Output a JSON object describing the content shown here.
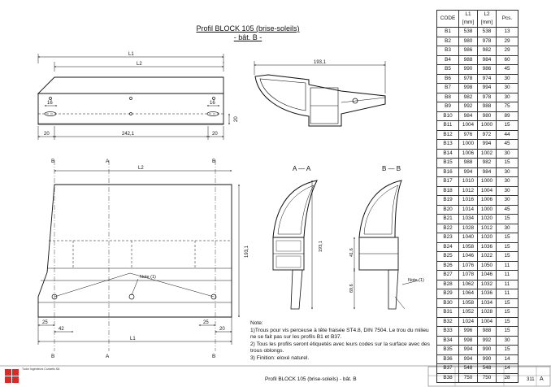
{
  "title": {
    "line1": "Profil BLOCK 105 (brise-soleils)",
    "line2": "- bât. B -"
  },
  "dimensions": {
    "top_view": {
      "L1": "L1",
      "L2": "L2",
      "d16": "16",
      "d20a": "20",
      "d242": "242,1",
      "d20b": "20",
      "d20c": "20"
    },
    "profile_section": {
      "d193": "193,1"
    },
    "front_view": {
      "L2": "L2",
      "L1": "L1",
      "d193": "193,1",
      "d25a": "25",
      "d25b": "25",
      "d42": "42",
      "d20": "20",
      "note": "Note (1)",
      "sections": {
        "B": "B",
        "A": "A"
      }
    },
    "section_aa": {
      "label": "A — A",
      "d193": "193,1"
    },
    "section_bb": {
      "label": "B — B",
      "d416": "41,6",
      "d696": "69,6",
      "note": "Note (1)"
    }
  },
  "notes": {
    "heading": "Note:",
    "lines": [
      "1)Trous pour vis perceuse à tête fraisée ST4.8, DIN 7504. Le trou du milieu ne se fait pas sur les profils B1 et B37.",
      "2) Tous les profils seront étiquetés avec leurs codes sur la surface avec des trous oblongs.",
      "3) Finition: eloxé naturel."
    ]
  },
  "table": {
    "headers": [
      "CODE",
      "L1 [mm]",
      "L2 [mm]",
      "Pcs."
    ],
    "rows": [
      [
        "B1",
        "538",
        "538",
        "13"
      ],
      [
        "B2",
        "980",
        "978",
        "29"
      ],
      [
        "B3",
        "986",
        "982",
        "29"
      ],
      [
        "B4",
        "988",
        "984",
        "60"
      ],
      [
        "B5",
        "990",
        "986",
        "45"
      ],
      [
        "B6",
        "978",
        "974",
        "30"
      ],
      [
        "B7",
        "998",
        "994",
        "30"
      ],
      [
        "B8",
        "982",
        "978",
        "30"
      ],
      [
        "B9",
        "992",
        "988",
        "75"
      ],
      [
        "B10",
        "984",
        "980",
        "89"
      ],
      [
        "B11",
        "1004",
        "1000",
        "15"
      ],
      [
        "B12",
        "976",
        "972",
        "44"
      ],
      [
        "B13",
        "1000",
        "994",
        "45"
      ],
      [
        "B14",
        "1006",
        "1002",
        "30"
      ],
      [
        "B15",
        "988",
        "982",
        "15"
      ],
      [
        "B16",
        "994",
        "984",
        "30"
      ],
      [
        "B17",
        "1010",
        "1000",
        "30"
      ],
      [
        "B18",
        "1012",
        "1004",
        "30"
      ],
      [
        "B19",
        "1016",
        "1006",
        "30"
      ],
      [
        "B20",
        "1014",
        "1000",
        "45"
      ],
      [
        "B21",
        "1034",
        "1020",
        "15"
      ],
      [
        "B22",
        "1028",
        "1012",
        "30"
      ],
      [
        "B23",
        "1040",
        "1020",
        "15"
      ],
      [
        "B24",
        "1058",
        "1036",
        "15"
      ],
      [
        "B25",
        "1046",
        "1022",
        "15"
      ],
      [
        "B26",
        "1076",
        "1050",
        "11"
      ],
      [
        "B27",
        "1078",
        "1046",
        "11"
      ],
      [
        "B28",
        "1062",
        "1032",
        "11"
      ],
      [
        "B29",
        "1064",
        "1036",
        "11"
      ],
      [
        "B30",
        "1058",
        "1034",
        "15"
      ],
      [
        "B31",
        "1052",
        "1028",
        "15"
      ],
      [
        "B32",
        "1024",
        "1004",
        "15"
      ],
      [
        "B33",
        "996",
        "988",
        "15"
      ],
      [
        "B34",
        "998",
        "992",
        "30"
      ],
      [
        "B35",
        "994",
        "990",
        "15"
      ],
      [
        "B36",
        "994",
        "990",
        "14"
      ],
      [
        "B37",
        "548",
        "548",
        "14"
      ],
      [
        "B38",
        "750",
        "750",
        "28"
      ]
    ]
  },
  "footer": {
    "company": "Tudor Ingénieurs Conseils SA",
    "title": "Profil BLOCK 105 (brise-soleils) - bât. B",
    "sheet_number": "311",
    "revision": "A"
  }
}
